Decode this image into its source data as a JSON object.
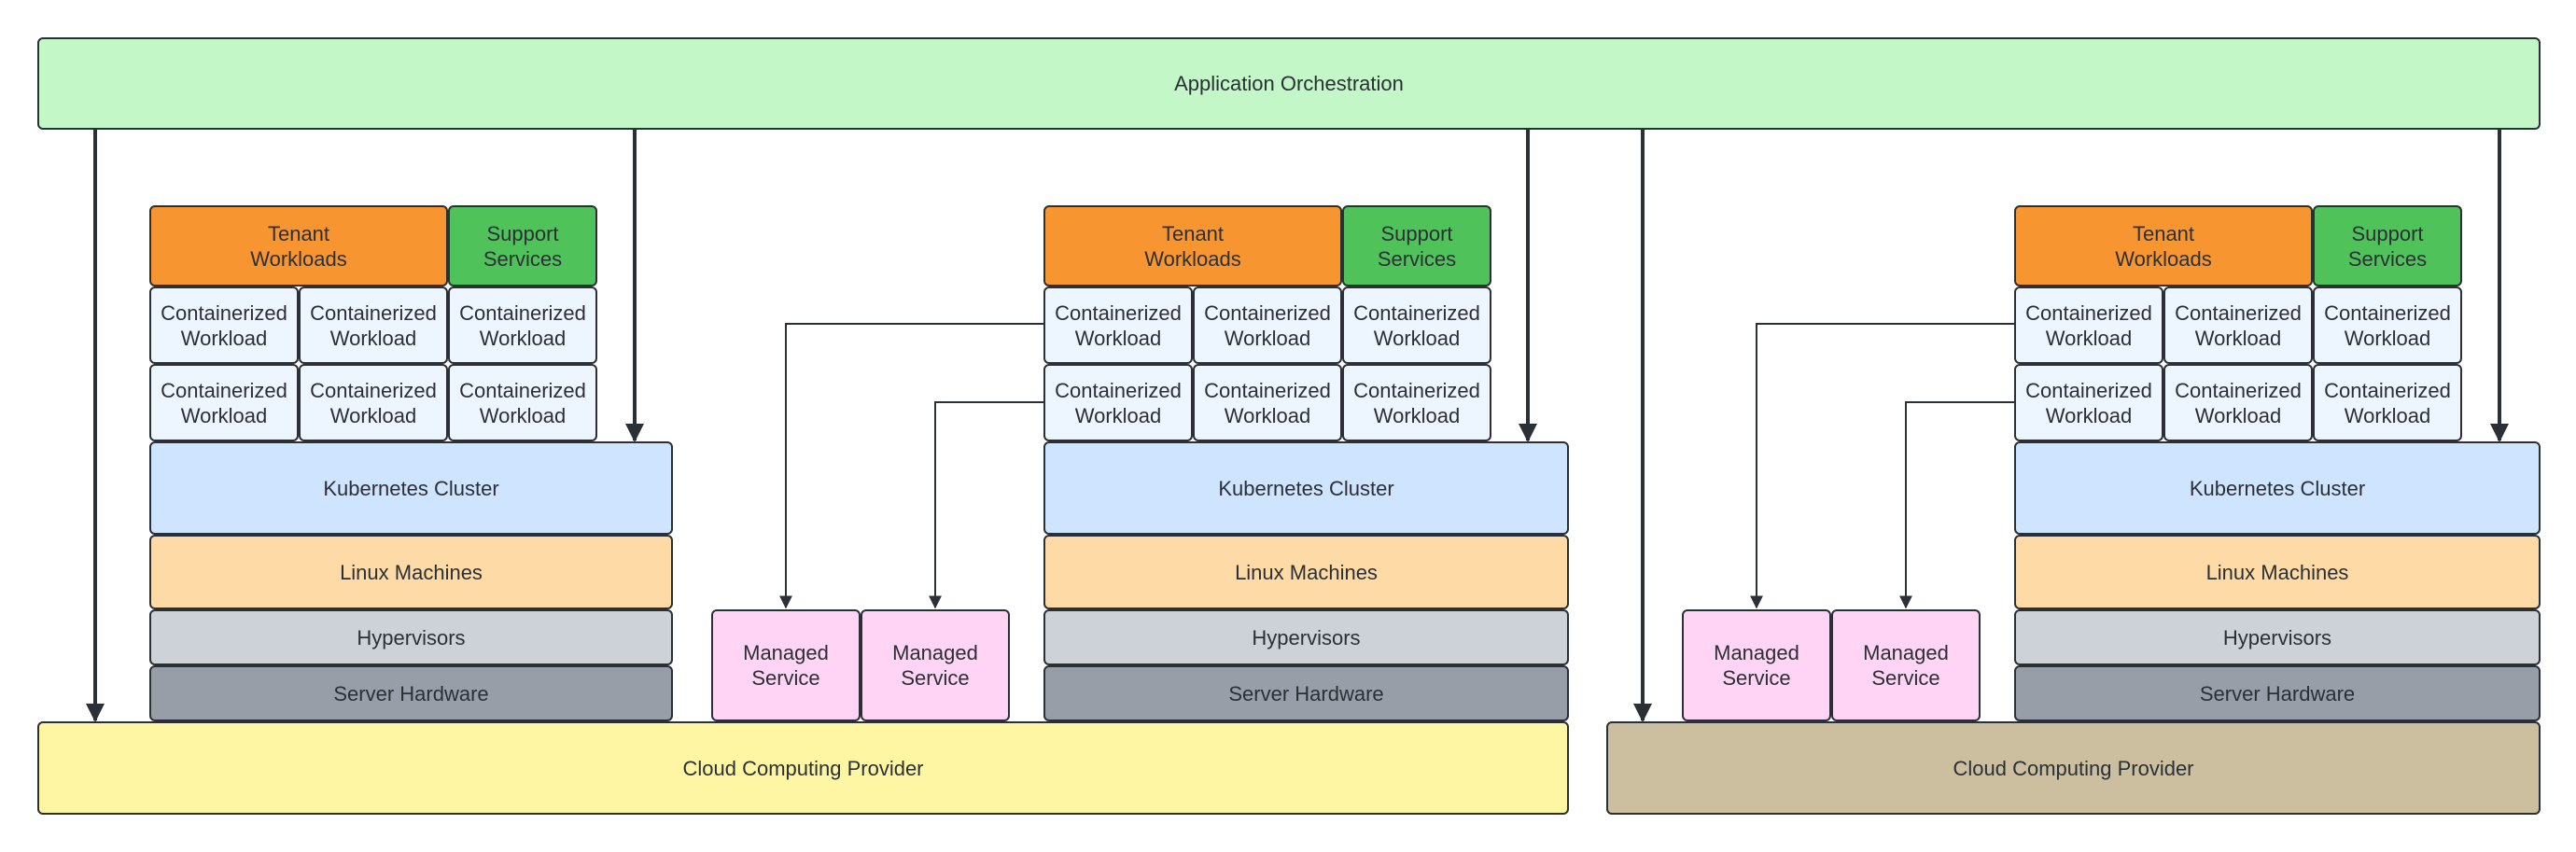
{
  "orchestration": {
    "label": "Application Orchestration"
  },
  "clouds": [
    {
      "label": "Cloud Computing Provider"
    },
    {
      "label": "Cloud Computing Provider"
    }
  ],
  "stacks": [
    {
      "tenant": "Tenant\nWorkloads",
      "support": "Support\nServices",
      "workloads": [
        "Containerized\nWorkload",
        "Containerized\nWorkload",
        "Containerized\nWorkload",
        "Containerized\nWorkload",
        "Containerized\nWorkload",
        "Containerized\nWorkload"
      ],
      "cluster": "Kubernetes Cluster",
      "linux": "Linux Machines",
      "hypervisors": "Hypervisors",
      "hardware": "Server Hardware"
    },
    {
      "tenant": "Tenant\nWorkloads",
      "support": "Support\nServices",
      "workloads": [
        "Containerized\nWorkload",
        "Containerized\nWorkload",
        "Containerized\nWorkload",
        "Containerized\nWorkload",
        "Containerized\nWorkload",
        "Containerized\nWorkload"
      ],
      "cluster": "Kubernetes Cluster",
      "linux": "Linux Machines",
      "hypervisors": "Hypervisors",
      "hardware": "Server Hardware"
    },
    {
      "tenant": "Tenant\nWorkloads",
      "support": "Support\nServices",
      "workloads": [
        "Containerized\nWorkload",
        "Containerized\nWorkload",
        "Containerized\nWorkload",
        "Containerized\nWorkload",
        "Containerized\nWorkload",
        "Containerized\nWorkload"
      ],
      "cluster": "Kubernetes Cluster",
      "linux": "Linux Machines",
      "hypervisors": "Hypervisors",
      "hardware": "Server Hardware"
    }
  ],
  "managed_services": [
    [
      "Managed\nService",
      "Managed\nService"
    ],
    [
      "Managed\nService",
      "Managed\nService"
    ]
  ],
  "colors": {
    "orchestration": "#c3f7c8",
    "cloud_a": "#fff6a3",
    "cloud_b": "#cbbf9f",
    "tenant": "#f79530",
    "support": "#4fc359",
    "workload": "#edf5ff",
    "cluster": "#cfe4ff",
    "linux": "#fedba6",
    "hypervisors": "#cdd2d9",
    "hardware": "#979ea7",
    "managed": "#ffd4f5",
    "line": "#2b2f36"
  }
}
